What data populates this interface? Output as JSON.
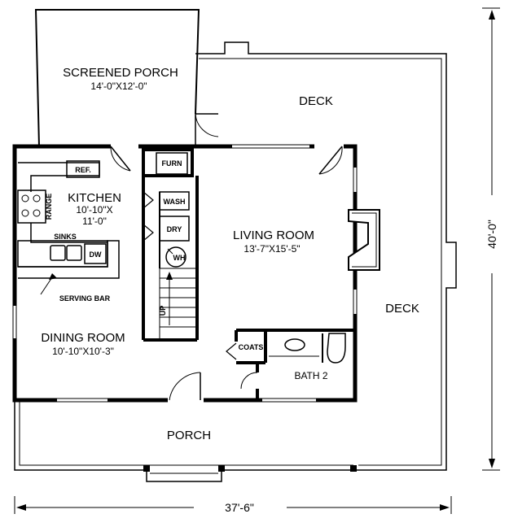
{
  "rooms": {
    "screened_porch": {
      "name": "SCREENED PORCH",
      "size": "14'-0\"X12'-0\""
    },
    "deck_top": {
      "name": "DECK"
    },
    "deck_right": {
      "name": "DECK"
    },
    "kitchen": {
      "name": "KITCHEN",
      "size1": "10'-10\"X",
      "size2": "11'-0\""
    },
    "living": {
      "name": "LIVING ROOM",
      "size": "13'-7\"X15'-5\""
    },
    "dining": {
      "name": "DINING ROOM",
      "size": "10'-10\"X10'-3\""
    },
    "bath": {
      "name": "BATH 2"
    },
    "porch": {
      "name": "PORCH"
    }
  },
  "fixtures": {
    "ref": "REF.",
    "range": "RANGE",
    "sinks": "SINKS",
    "dw": "DW",
    "serving_bar": "SERVING BAR",
    "furn": "FURN",
    "wash": "WASH",
    "dry": "DRY",
    "wh": "WH",
    "up": "UP",
    "coats": "COATS"
  },
  "dimensions": {
    "width": "37'-6\"",
    "depth": "40'-0\""
  }
}
